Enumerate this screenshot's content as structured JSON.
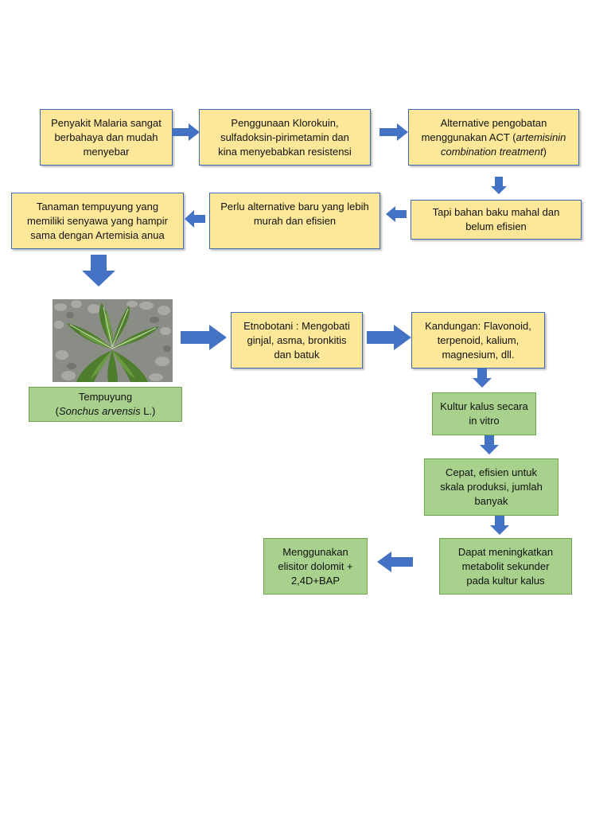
{
  "nodes": {
    "malaria": [
      "Penyakit Malaria sangat",
      "berbahaya dan mudah",
      "menyebar"
    ],
    "klorokuin": [
      "Penggunaan Klorokuin,",
      "sulfadoksin-pirimetamin dan",
      "kina menyebabkan resistensi"
    ],
    "act": {
      "line1": "Alternative pengobatan",
      "line2_pre": "menggunakan ACT (",
      "line2_italic": "artemisinin",
      "line3_italic": "combination treatment",
      "line3_post": ")"
    },
    "mahal": [
      "Tapi bahan baku mahal dan",
      "belum efisien"
    ],
    "perlu": [
      "Perlu alternative baru yang lebih",
      "murah dan efisien"
    ],
    "tanaman": [
      "Tanaman tempuyung yang",
      "memiliki senyawa yang hampir",
      "sama dengan Artemisia anua"
    ],
    "tempuyung": {
      "line1": "Tempuyung",
      "line2_pre": "(",
      "line2_italic": "Sonchus arvensis",
      "line2_post": " L.)"
    },
    "etnobotani": [
      "Etnobotani : Mengobati",
      "ginjal, asma, bronkitis",
      "dan batuk"
    ],
    "kandungan": [
      "Kandungan: Flavonoid,",
      "terpenoid, kalium,",
      "magnesium, dll."
    ],
    "kultur": [
      "Kultur kalus secara",
      "in vitro"
    ],
    "cepat": [
      "Cepat, efisien untuk",
      "skala produksi, jumlah",
      "banyak"
    ],
    "meningkatkan": [
      "Dapat meningkatkan",
      "metabolit sekunder",
      "pada kultur kalus"
    ],
    "elisitor": [
      "Menggunakan",
      "elisitor dolomit +",
      "2,4D+BAP"
    ]
  },
  "colors": {
    "yellow_fill": "#fde89a",
    "green_fill": "#a9d18e",
    "arrow": "#4472c4"
  },
  "icons": {
    "plant_photo": "sonchus-arvensis-plant-photo"
  }
}
